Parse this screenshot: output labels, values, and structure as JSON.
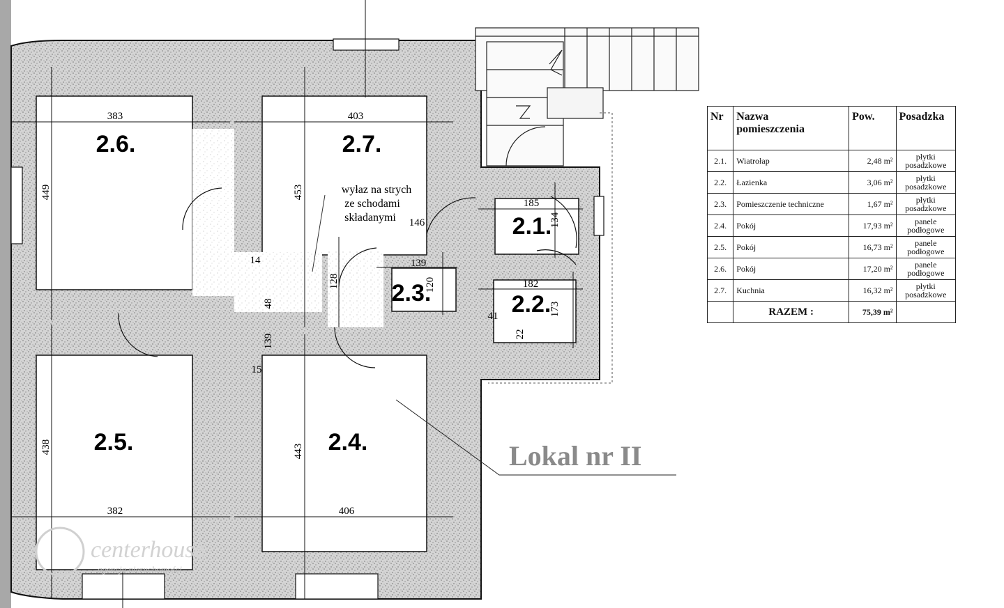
{
  "rooms": [
    {
      "id": "2.1.",
      "label": "2.1."
    },
    {
      "id": "2.2.",
      "label": "2.2."
    },
    {
      "id": "2.3.",
      "label": "2.3."
    },
    {
      "id": "2.4.",
      "label": "2.4."
    },
    {
      "id": "2.5.",
      "label": "2.5."
    },
    {
      "id": "2.6.",
      "label": "2.6."
    },
    {
      "id": "2.7.",
      "label": "2.7."
    }
  ],
  "dimensions": [
    "383",
    "403",
    "449",
    "453",
    "185",
    "134",
    "146",
    "14",
    "139",
    "120",
    "128",
    "48",
    "182",
    "173",
    "41",
    "22",
    "139",
    "15",
    "438",
    "443",
    "382",
    "406"
  ],
  "note": [
    "wyłaz na strych",
    "ze schodami",
    "składanymi"
  ],
  "title": "Lokal nr II",
  "watermark": {
    "name": "centerhouse",
    "tagline": "agencja nieruchomości"
  },
  "table": {
    "headers": {
      "nr": "Nr",
      "name_line1": "Nazwa",
      "name_line2": "pomieszczenia",
      "area": "Pow.",
      "floor": "Posadzka"
    },
    "rows": [
      {
        "nr": "2.1.",
        "name": "Wiatrołap",
        "area": "2,48 m²",
        "floor1": "płytki",
        "floor2": "posadzkowe"
      },
      {
        "nr": "2.2.",
        "name": "Łazienka",
        "area": "3,06 m²",
        "floor1": "płytki",
        "floor2": "posadzkowe"
      },
      {
        "nr": "2.3.",
        "name": "Pomieszczenie techniczne",
        "area": "1,67 m²",
        "floor1": "płytki",
        "floor2": "posadzkowe"
      },
      {
        "nr": "2.4.",
        "name": "Pokój",
        "area": "17,93 m²",
        "floor1": "panele",
        "floor2": "podłogowe"
      },
      {
        "nr": "2.5.",
        "name": "Pokój",
        "area": "16,73 m²",
        "floor1": "panele",
        "floor2": "podłogowe"
      },
      {
        "nr": "2.6.",
        "name": "Pokój",
        "area": "17,20 m²",
        "floor1": "panele",
        "floor2": "podłogowe"
      },
      {
        "nr": "2.7.",
        "name": "Kuchnia",
        "area": "16,32 m²",
        "floor1": "płytki",
        "floor2": "posadzkowe"
      }
    ],
    "total_label": "RAZEM :",
    "total_value": "75,39 m²"
  },
  "colors": {
    "wall_fill": "#c9c9c9",
    "line": "#111111",
    "title": "#8a8a8a",
    "watermark": "#d2d2d2"
  }
}
